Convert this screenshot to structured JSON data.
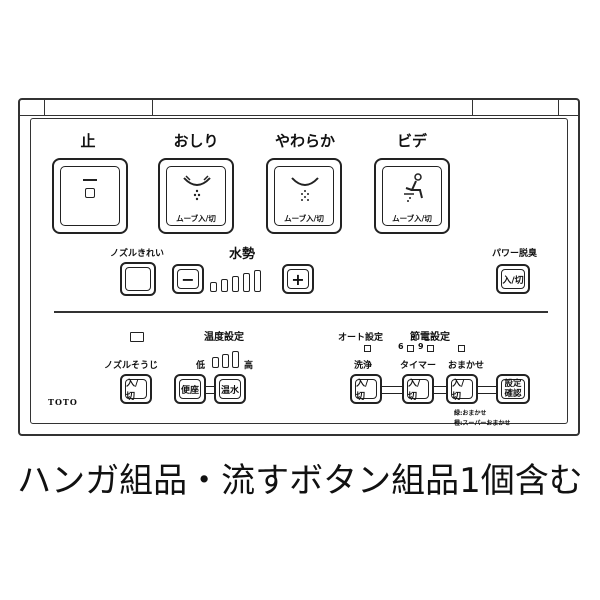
{
  "panel": {
    "stop_label": "止",
    "oshiri_label": "おしり",
    "yawaraka_label": "やわらか",
    "bidet_label": "ビデ",
    "move_label": "ムーブ入/切",
    "nozzle_clean_label": "ノズルきれい",
    "water_force_label": "水勢",
    "minus_label": "−",
    "plus_label": "+",
    "power_deodor_label": "パワー脱臭",
    "on_off_label": "入/切",
    "nozzle_souji_label": "ノズルそうじ",
    "temp_setting_label": "温度設定",
    "low_label": "低",
    "high_label": "高",
    "benza_label": "便座",
    "onsui_label": "温水",
    "auto_setting_label": "オート設定",
    "eco_setting_label": "節電設定",
    "num_6": "6",
    "num_9": "9",
    "senjo_label": "洗浄",
    "timer_label": "タイマー",
    "omakase_label": "おまかせ",
    "settei_kakunin_label_1": "設定",
    "settei_kakunin_label_2": "確認",
    "note_1": "緑:おまかせ",
    "note_2": "橙:スーパーおまかせ",
    "brand": "TOTO"
  },
  "caption": "ハンガ組品・流すボタン組品1個含む"
}
